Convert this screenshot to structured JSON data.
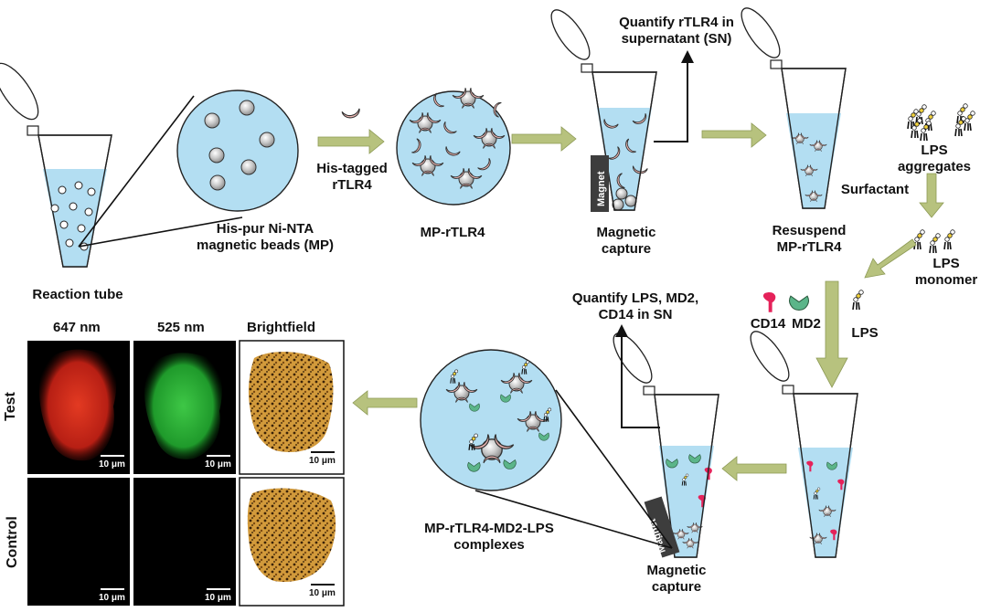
{
  "labels": {
    "reaction_tube": "Reaction tube",
    "beads": "His-pur Ni-NTA\nmagnetic beads (MP)",
    "his_tagged": "His-tagged\nrTLR4",
    "mp_rtlr4": "MP-rTLR4",
    "magnetic_capture_1": "Magnetic\ncapture",
    "quantify_rtlr4": "Quantify rTLR4 in\nsupernatant (SN)",
    "resuspend": "Resuspend\nMP-rTLR4",
    "lps_aggregates": "LPS\naggregates",
    "surfactant": "Surfactant",
    "lps_monomer": "LPS\nmonomer",
    "cd14": "CD14",
    "md2": "MD2",
    "lps": "LPS",
    "quantify_lps": "Quantify LPS, MD2,\nCD14 in SN",
    "complexes": "MP-rTLR4-MD2-LPS\ncomplexes",
    "magnetic_capture_2": "Magnetic\ncapture",
    "magnet": "Magnet"
  },
  "microscopy": {
    "columns": [
      "647 nm",
      "525 nm",
      "Brightfield"
    ],
    "rows": [
      "Test",
      "Control"
    ],
    "scale_bar": "10 μm"
  },
  "colors": {
    "liquid": "#b3def2",
    "arrow": "#b7c27e",
    "protein": "#f1b8b4",
    "md2": "#5bb589",
    "cd14": "#e5225a",
    "red_signal": "#d9261b",
    "green_signal": "#2fb53a",
    "brightfield": "#c98a2b"
  }
}
